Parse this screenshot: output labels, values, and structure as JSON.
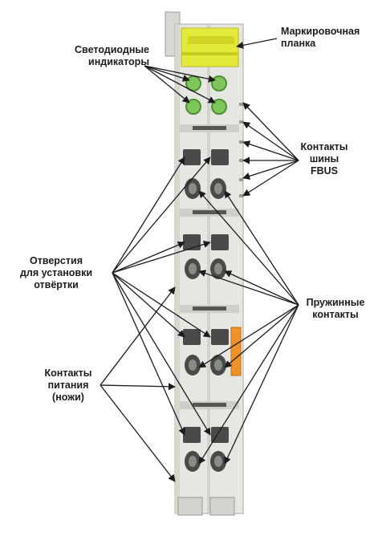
{
  "labels": {
    "marking_strip": [
      "Маркировочная",
      "планка"
    ],
    "led_indicators": [
      "Светодиодные",
      "индикаторы"
    ],
    "fbus_contacts": [
      "Контакты",
      "шины",
      "FBUS"
    ],
    "screwdriver_openings": [
      "Отверстия",
      "для установки",
      "отвёртки"
    ],
    "spring_contacts": [
      "Пружинные",
      "контакты"
    ],
    "power_contacts": [
      "Контакты",
      "питания",
      "(ножи)"
    ]
  },
  "colors": {
    "housing": "#e6e6e2",
    "housing_shadow": "#c9c9c4",
    "marking_strip": "#e4ea3a",
    "led": "#7fc65a",
    "led_ring": "#4e8f35",
    "orange_tab": "#f0922a",
    "slot": "#4a4a4a",
    "arrow": "#1c1c1c"
  }
}
